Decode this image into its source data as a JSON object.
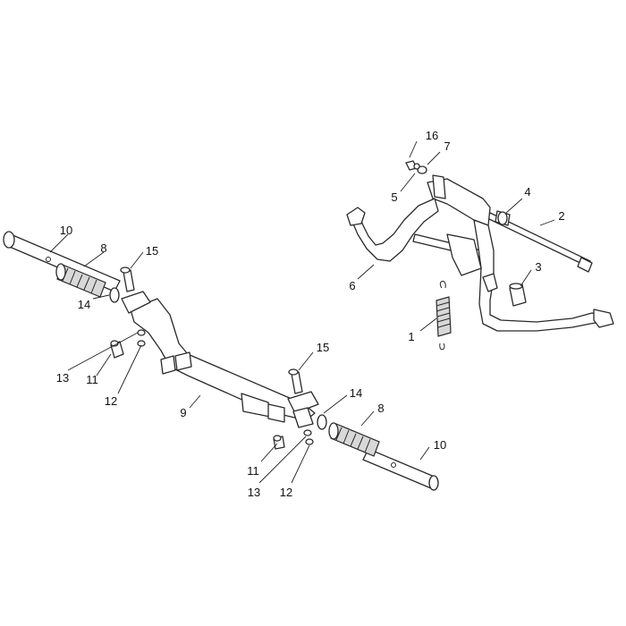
{
  "callouts": [
    {
      "id": "c1",
      "label": "1"
    },
    {
      "id": "c2",
      "label": "2"
    },
    {
      "id": "c3",
      "label": "3"
    },
    {
      "id": "c4",
      "label": "4"
    },
    {
      "id": "c5",
      "label": "5"
    },
    {
      "id": "c6",
      "label": "6"
    },
    {
      "id": "c7",
      "label": "7"
    },
    {
      "id": "c16",
      "label": "16"
    },
    {
      "id": "c10a",
      "label": "10"
    },
    {
      "id": "c8a",
      "label": "8"
    },
    {
      "id": "c15a",
      "label": "15"
    },
    {
      "id": "c14a",
      "label": "14"
    },
    {
      "id": "c13a",
      "label": "13"
    },
    {
      "id": "c11a",
      "label": "11"
    },
    {
      "id": "c12a",
      "label": "12"
    },
    {
      "id": "c9",
      "label": "9"
    },
    {
      "id": "c15b",
      "label": "15"
    },
    {
      "id": "c14b",
      "label": "14"
    },
    {
      "id": "c8b",
      "label": "8"
    },
    {
      "id": "c10b",
      "label": "10"
    },
    {
      "id": "c11b",
      "label": "11"
    },
    {
      "id": "c13b",
      "label": "13"
    },
    {
      "id": "c12b",
      "label": "12"
    }
  ]
}
